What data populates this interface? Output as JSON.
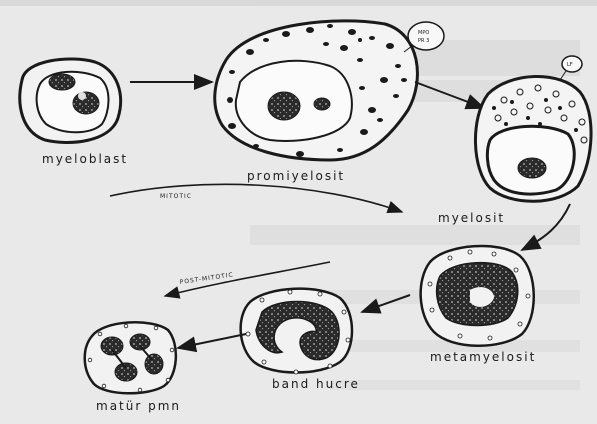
{
  "stages": {
    "myeloblast": "myeloblast",
    "promyelocyte": "promiyelosit",
    "myelocyte": "myelosit",
    "metamyelocyte": "metamyelosit",
    "band": "band hucre",
    "mature": "matür pmn"
  },
  "phases": {
    "mitotic": "MITOTIC",
    "post_mitotic": "POST-MITOTIC"
  },
  "granule_tags": {
    "promyelocyte_line1": "MPO",
    "promyelocyte_line2": "PR 3",
    "myelocyte": "LF"
  },
  "colors": {
    "background": "#e9e9e9",
    "ink": "#1a1a1a",
    "ghost_text": "#c9c9c9"
  }
}
